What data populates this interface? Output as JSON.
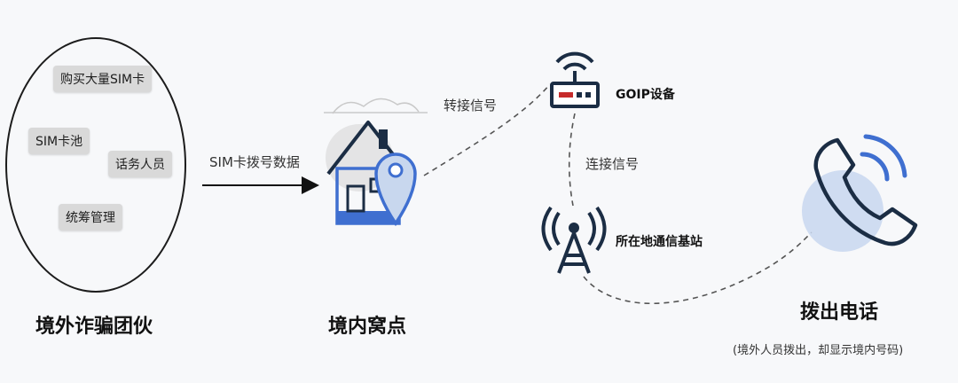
{
  "group": {
    "title": "境外诈骗团伙",
    "items": [
      "购买大量SIM卡",
      "SIM卡池",
      "话务人员",
      "统筹管理"
    ]
  },
  "arrow_label": "SIM卡拨号数据",
  "den": {
    "title": "境内窝点"
  },
  "signals": {
    "forward": "转接信号",
    "connect": "连接信号"
  },
  "goip": {
    "label": "GOIP设备"
  },
  "tower": {
    "label": "所在地通信基站"
  },
  "call": {
    "title": "拨出电话",
    "note": "(境外人员拨出，却显示境内号码)"
  },
  "colors": {
    "icon_dark": "#1b2d44",
    "icon_blue": "#3f6fd0",
    "light_blue": "#c8d7ee",
    "gray_blob": "#dcdcdc"
  },
  "icons": [
    "house-icon",
    "location-pin-icon",
    "router-icon",
    "cell-tower-icon",
    "phone-icon"
  ]
}
